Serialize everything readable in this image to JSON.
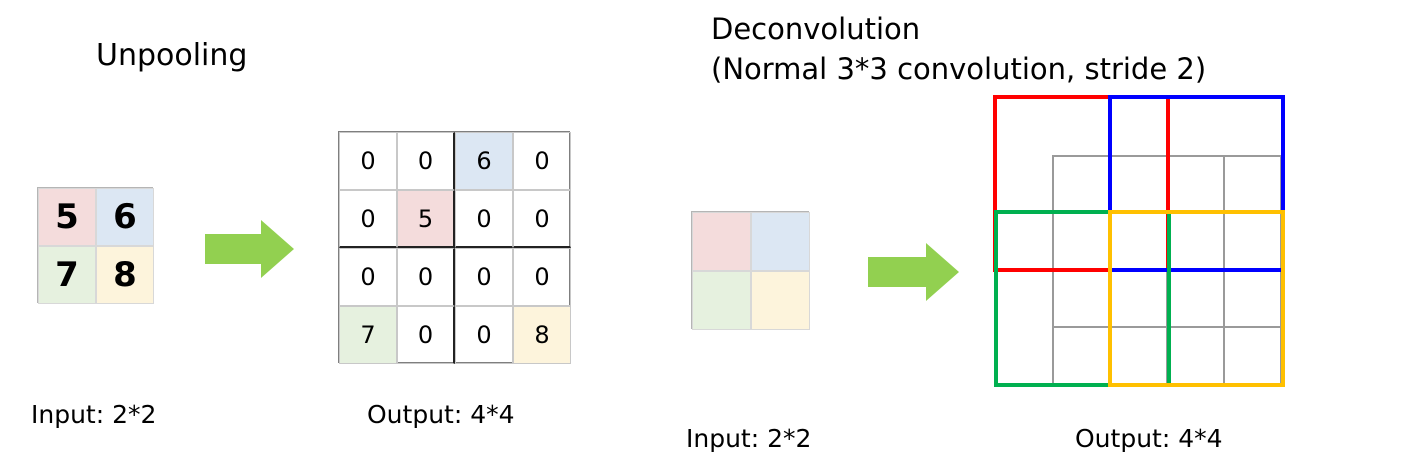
{
  "unpooling": {
    "title": "Unpooling",
    "input_caption": "Input: 2*2",
    "output_caption": "Output: 4*4",
    "input_cells": [
      "5",
      "6",
      "7",
      "8"
    ],
    "output_cells": [
      "0",
      "0",
      "6",
      "0",
      "0",
      "5",
      "0",
      "0",
      "0",
      "0",
      "0",
      "0",
      "7",
      "0",
      "0",
      "8"
    ]
  },
  "deconvolution": {
    "title_line1": "Deconvolution",
    "title_line2": "(Normal 3*3 convolution, stride 2)",
    "input_caption": "Input: 2*2",
    "output_caption": "Output: 4*4"
  },
  "colors": {
    "pink": "#f4dcdc",
    "blue": "#dce7f3",
    "green": "#e6f1df",
    "yellow": "#fdf4dc",
    "arrow": "#92d050",
    "red_window": "#ff0000",
    "blue_window": "#0000ff",
    "green_window": "#00b050",
    "yellow_window": "#ffc000"
  }
}
